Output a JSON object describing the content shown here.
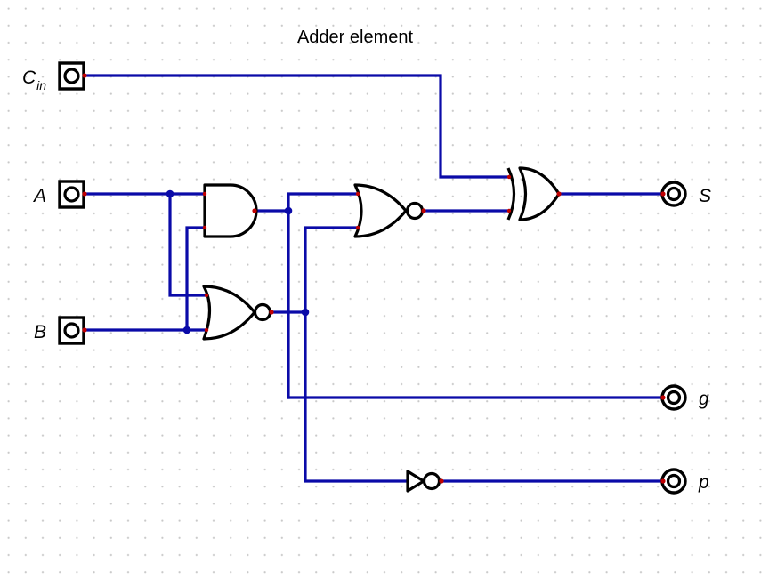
{
  "title": "Adder  element",
  "inputs": [
    {
      "id": "cin",
      "label": "C",
      "subscript": "in"
    },
    {
      "id": "a",
      "label": "A",
      "subscript": ""
    },
    {
      "id": "b",
      "label": "B",
      "subscript": ""
    }
  ],
  "outputs": [
    {
      "id": "s",
      "label": "S"
    },
    {
      "id": "g",
      "label": "g"
    },
    {
      "id": "p",
      "label": "p"
    }
  ],
  "gates": [
    "and-gate",
    "nor-gate-1",
    "nor-gate-2",
    "xor-gate",
    "not-gate"
  ],
  "colors": {
    "wire": "#0a0aa8",
    "pin": "#c00000",
    "grid_dot": "#c8c8c8",
    "gate": "#000000"
  }
}
